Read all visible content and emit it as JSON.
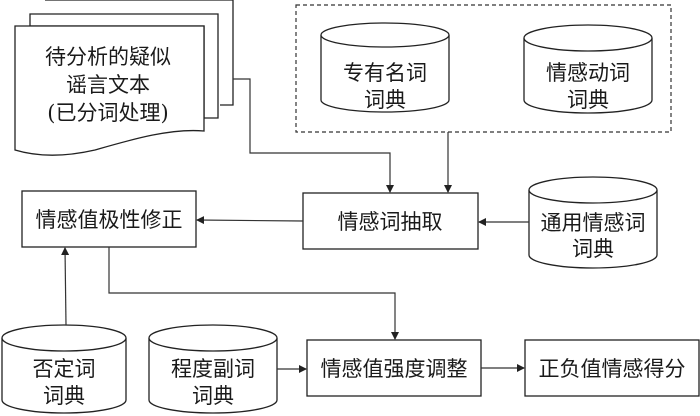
{
  "diagram": {
    "type": "flowchart",
    "colors": {
      "stroke": "#222222",
      "background": "#ffffff",
      "text": "#1a1a1a"
    },
    "nodes": {
      "input_doc": {
        "shape": "document-stack",
        "lines": [
          "待分析的疑似",
          "谣言文本",
          "(已分词处理)"
        ]
      },
      "proper_noun_dict": {
        "shape": "cylinder",
        "lines": [
          "专有名词",
          "词典"
        ]
      },
      "emotion_verb_dict": {
        "shape": "cylinder",
        "lines": [
          "情感动词",
          "词典"
        ]
      },
      "emotion_extract": {
        "shape": "process",
        "label": "情感词抽取"
      },
      "general_emotion_dict": {
        "shape": "cylinder",
        "lines": [
          "通用情感词",
          "词典"
        ]
      },
      "polarity_correct": {
        "shape": "process",
        "label": "情感值极性修正"
      },
      "negation_dict": {
        "shape": "cylinder",
        "lines": [
          "否定词",
          "词典"
        ]
      },
      "degree_adverb_dict": {
        "shape": "cylinder",
        "lines": [
          "程度副词",
          "词典"
        ]
      },
      "intensity_adjust": {
        "shape": "process",
        "label": "情感值强度调整"
      },
      "score_output": {
        "shape": "process",
        "label": "正负值情感得分"
      }
    },
    "groups": [
      {
        "id": "domain_dicts",
        "style": "dashed",
        "members": [
          "proper_noun_dict",
          "emotion_verb_dict"
        ]
      }
    ],
    "edges": [
      {
        "from": "input_doc",
        "to": "emotion_extract"
      },
      {
        "from": "domain_dicts",
        "to": "emotion_extract"
      },
      {
        "from": "general_emotion_dict",
        "to": "emotion_extract"
      },
      {
        "from": "emotion_extract",
        "to": "polarity_correct"
      },
      {
        "from": "negation_dict",
        "to": "polarity_correct"
      },
      {
        "from": "polarity_correct",
        "to": "intensity_adjust"
      },
      {
        "from": "degree_adverb_dict",
        "to": "intensity_adjust"
      },
      {
        "from": "intensity_adjust",
        "to": "score_output"
      }
    ]
  }
}
